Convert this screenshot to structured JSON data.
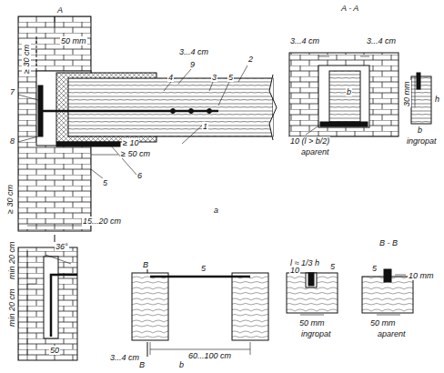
{
  "diagram": {
    "labels": [
      "A",
      "≥ 30 cm",
      "50 mm",
      "3...4 cm",
      "9",
      "4",
      "3",
      "5",
      "2",
      "7",
      "1",
      "≥ 10",
      "≥ 50 cm",
      "8",
      "6",
      "5",
      "≥ 30 cm",
      "15...20 cm",
      "a",
      "A",
      "A - A",
      "3...4 cm",
      "3...4 cm",
      "b",
      "10 (l > b/2)",
      "aparent",
      "30 mm",
      "h",
      "b",
      "ingropat",
      "min 20 cm",
      "min 20 cm",
      "36°",
      "50",
      "B",
      "5",
      "B",
      "3...4 cm",
      "60...100 cm",
      "b",
      "l ≈ 1/3 h",
      "10",
      "5",
      "50 mm",
      "ingropat",
      "B - B",
      "5",
      "10 mm",
      "50 mm",
      "aparent"
    ]
  }
}
